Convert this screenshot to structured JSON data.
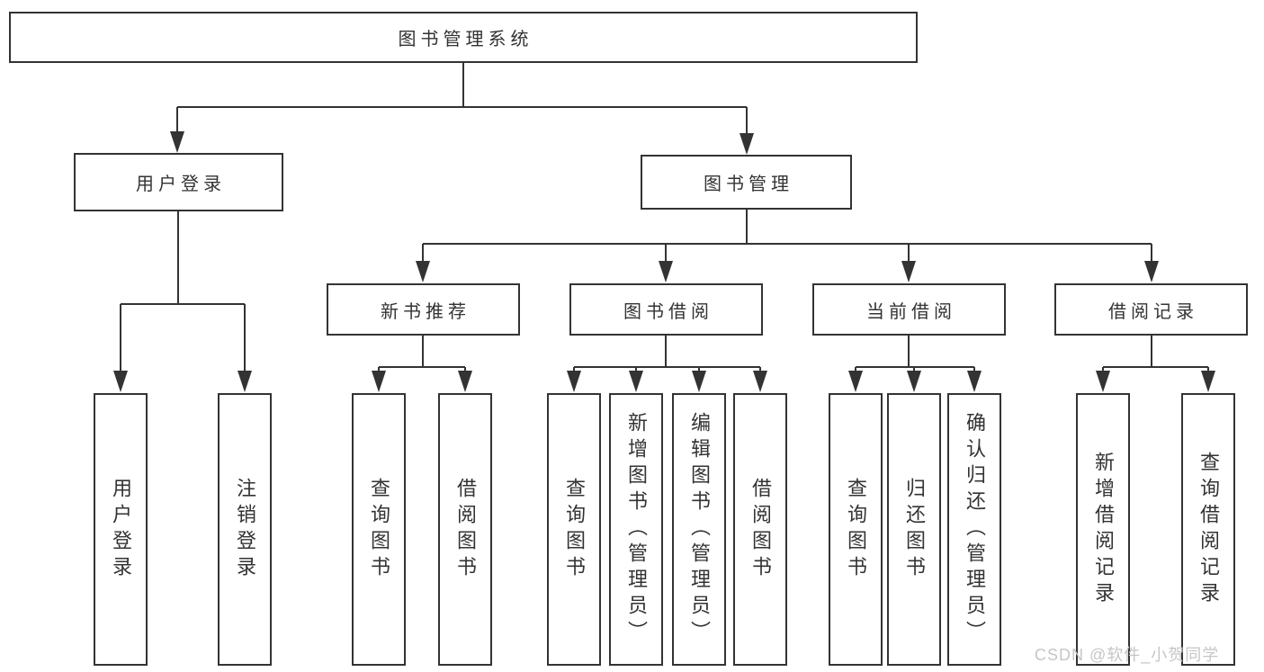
{
  "nodes": {
    "root": "图书管理系统",
    "user_login": "用户登录",
    "book_mgmt": "图书管理",
    "new_books": "新书推荐",
    "book_borrow": "图书借阅",
    "current_borrow": "当前借阅",
    "borrow_records": "借阅记录",
    "leaf_user_login": "用户登录",
    "leaf_logout": "注销登录",
    "leaf_nb_query": "查询图书",
    "leaf_nb_borrow": "借阅图书",
    "leaf_bb_query": "查询图书",
    "leaf_bb_add": "新增图书（管理员）",
    "leaf_bb_edit": "编辑图书（管理员）",
    "leaf_bb_borrow": "借阅图书",
    "leaf_cb_query": "查询图书",
    "leaf_cb_return": "归还图书",
    "leaf_cb_confirm": "确认归还（管理员）",
    "leaf_br_add": "新增借阅记录",
    "leaf_br_query": "查询借阅记录"
  },
  "watermark": "CSDN @软件_小贺同学",
  "colors": {
    "line": "#333333",
    "border": "#333333",
    "text": "#333333",
    "watermark": "#c6c6c6",
    "background": "#ffffff"
  }
}
